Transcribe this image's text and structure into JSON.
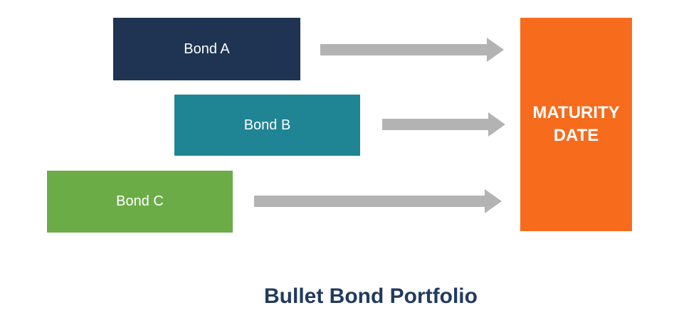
{
  "title": "Bullet Bond Portfolio",
  "title_color": "#223A5E",
  "background": "#FFFFFF",
  "bonds": [
    {
      "label": "Bond A",
      "color": "#1E3452"
    },
    {
      "label": "Bond B",
      "color": "#1F8494"
    },
    {
      "label": "Bond C",
      "color": "#6BAC47"
    }
  ],
  "maturity": {
    "label": "MATURITY DATE",
    "color": "#F76B1C"
  },
  "arrows": [
    {
      "name": "arrow-bond-a",
      "color": "#B3B3B3"
    },
    {
      "name": "arrow-bond-b",
      "color": "#B3B3B3"
    },
    {
      "name": "arrow-bond-c",
      "color": "#B3B3B3"
    }
  ]
}
